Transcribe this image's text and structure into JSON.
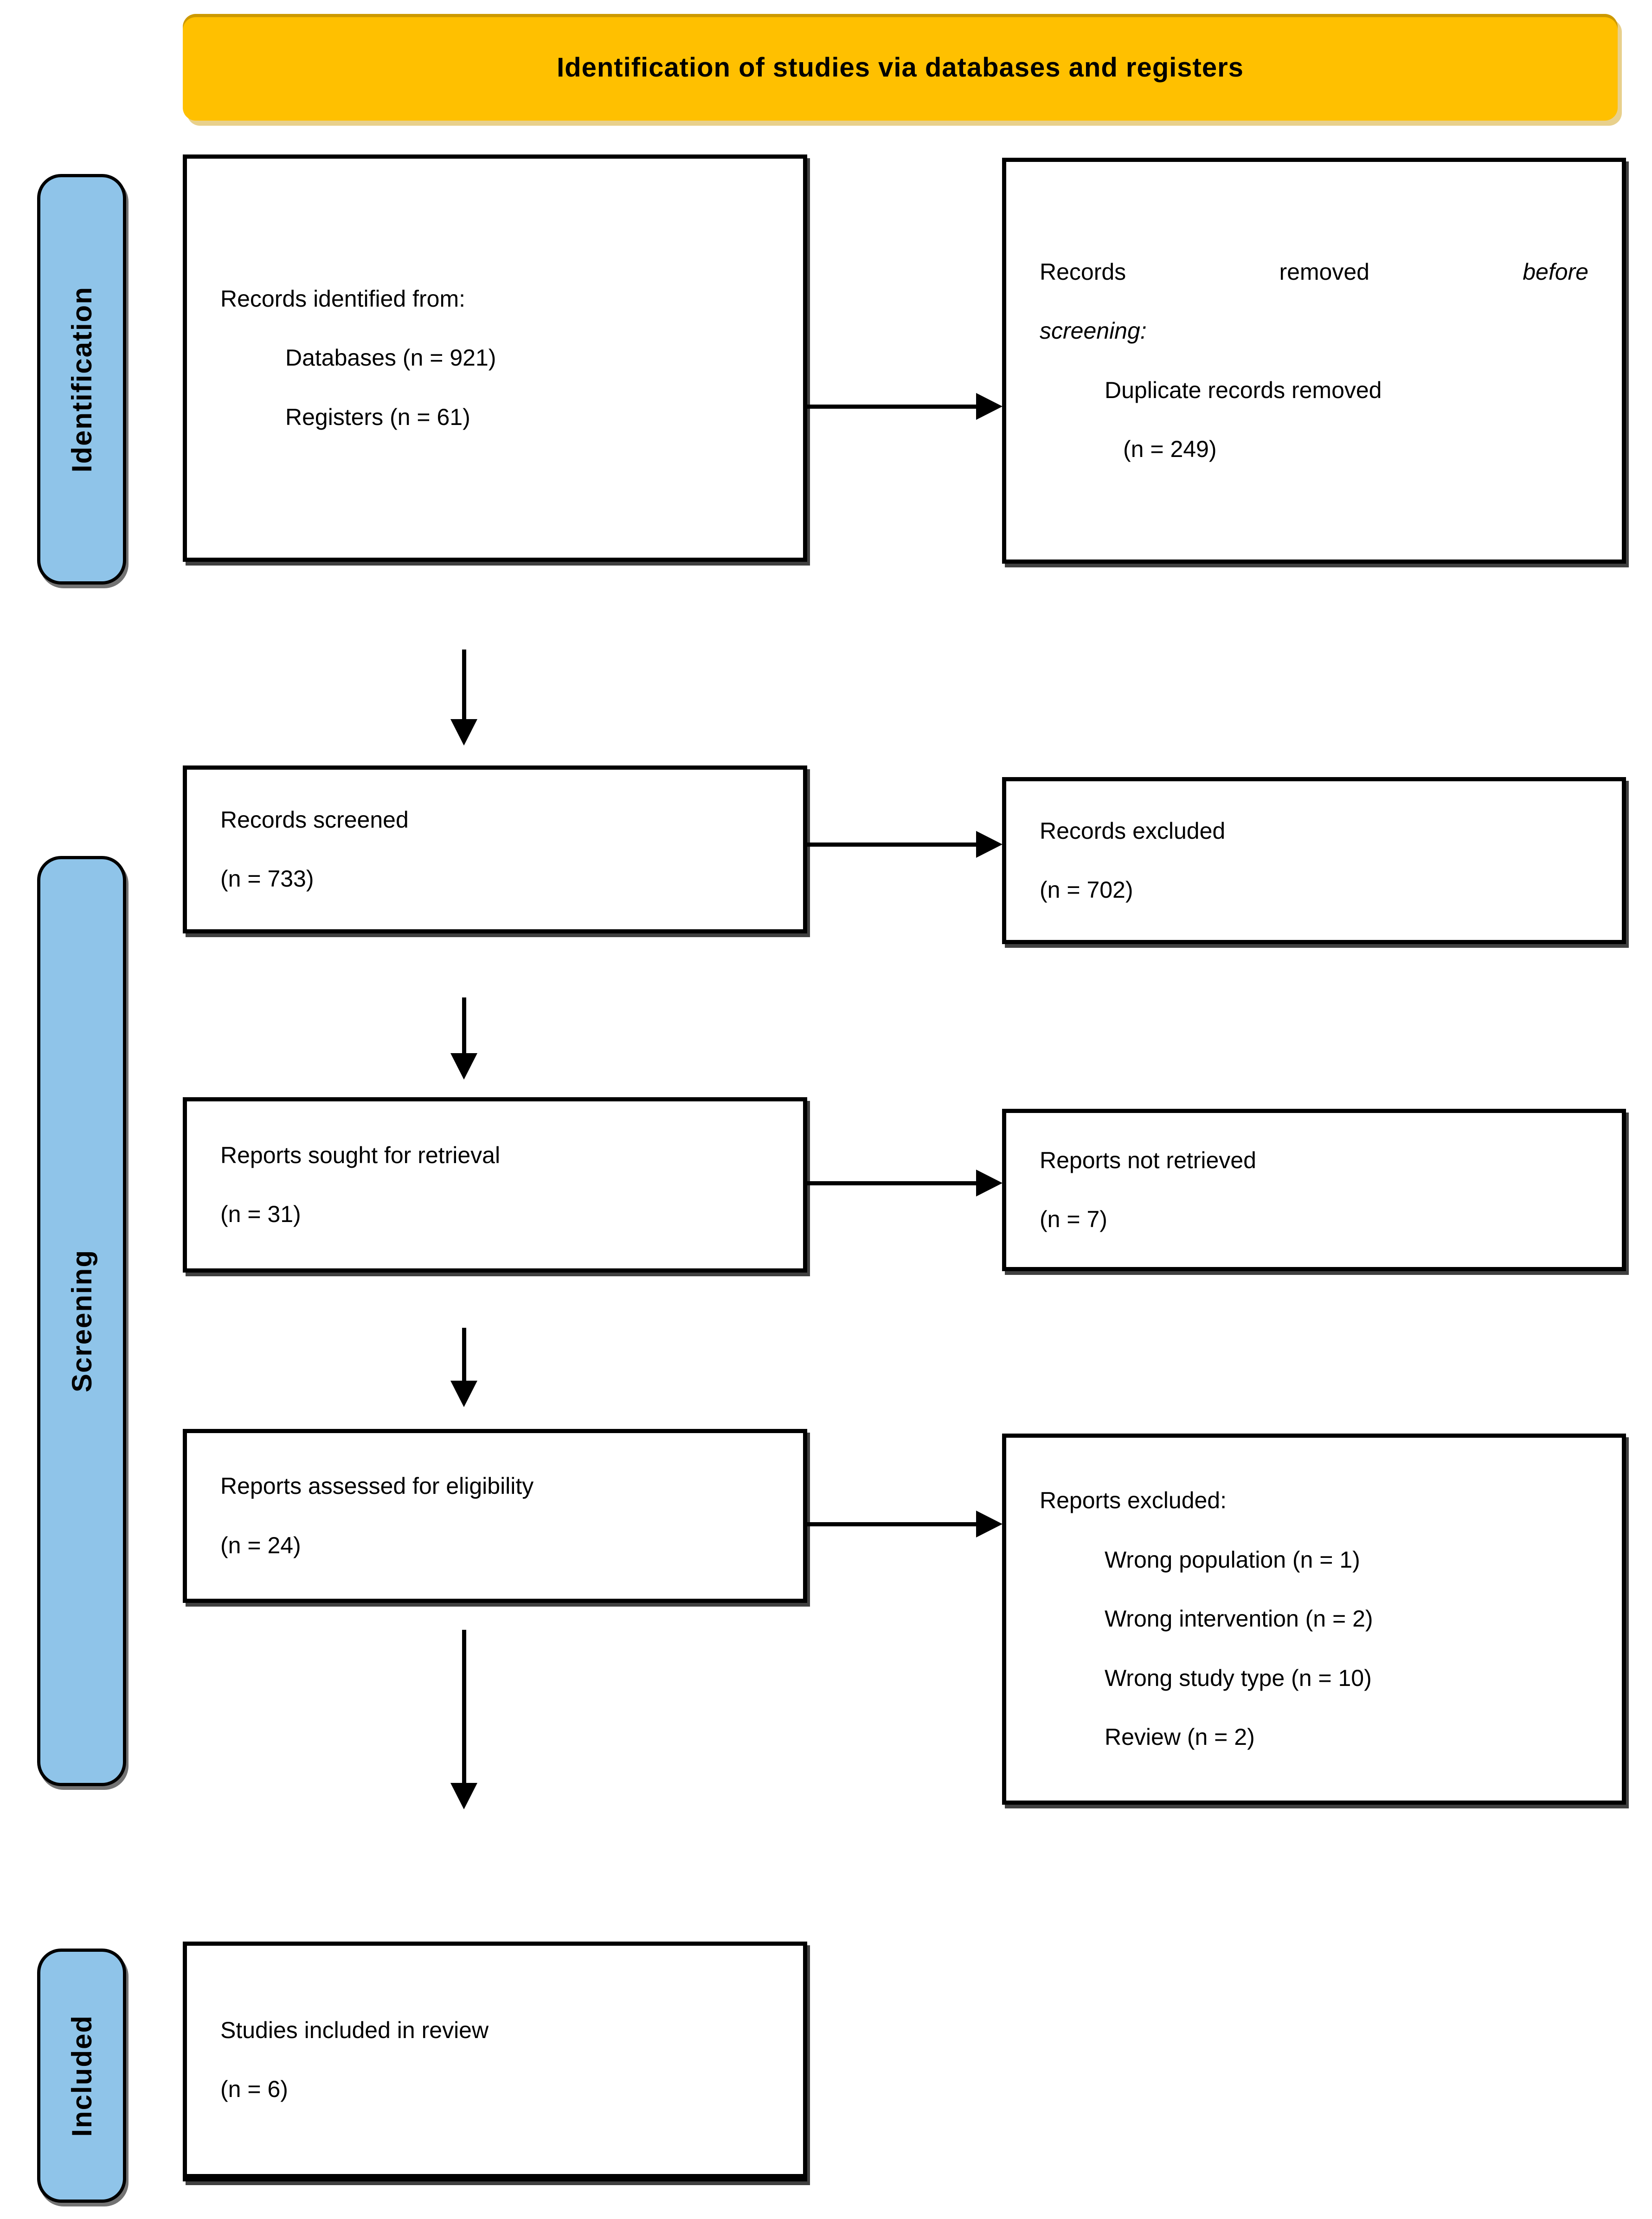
{
  "colors": {
    "banner_bg": "#FFC000",
    "stage_bg": "#8FC4E9",
    "box_border": "#000000"
  },
  "banner": {
    "title": "Identification of studies via databases and registers"
  },
  "stages": {
    "identification": "Identification",
    "screening": "Screening",
    "included": "Included"
  },
  "boxes": {
    "records_identified": {
      "title": "Records identified from:",
      "items": [
        "Databases (n = 921)",
        "Registers (n = 61)"
      ]
    },
    "records_removed": {
      "line1_words": [
        "Records",
        "removed",
        "before"
      ],
      "line2": "screening:",
      "items": [
        "Duplicate records removed",
        "(n = 249)"
      ]
    },
    "records_screened": {
      "lines": [
        "Records screened",
        "(n = 733)"
      ]
    },
    "records_excluded": {
      "lines": [
        "Records excluded",
        "(n = 702)"
      ]
    },
    "reports_sought": {
      "lines": [
        "Reports sought for retrieval",
        "(n = 31)"
      ]
    },
    "reports_not_retrieved": {
      "lines": [
        "Reports not retrieved",
        "(n = 7)"
      ]
    },
    "reports_assessed": {
      "lines": [
        "Reports assessed for eligibility",
        "(n = 24)"
      ]
    },
    "reports_excluded": {
      "title": "Reports excluded:",
      "reasons": [
        "Wrong population (n = 1)",
        "Wrong intervention (n = 2)",
        "Wrong study type (n = 10)",
        "Review (n = 2)"
      ]
    },
    "studies_included": {
      "lines": [
        "Studies included in review",
        "(n = 6)"
      ]
    }
  }
}
